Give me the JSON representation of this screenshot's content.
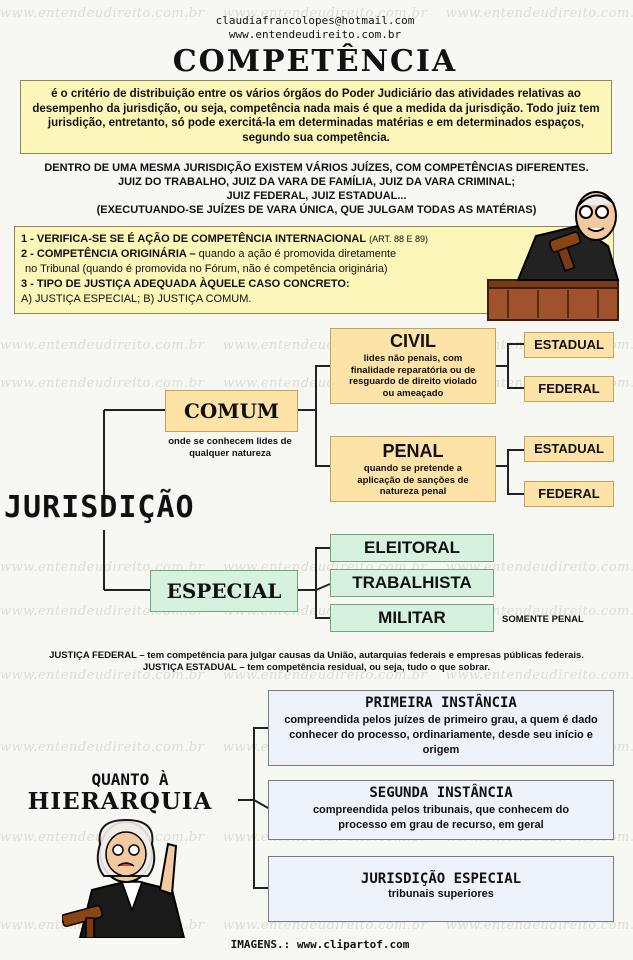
{
  "watermark": "www.entendeudireito.com.br",
  "header": {
    "email": "claudiafrancolopes@hotmail.com",
    "site": "www.entendeudireito.com.br"
  },
  "title": "COMPETÊNCIA",
  "definition": "é o critério de distribuição entre os vários órgãos do Poder Judiciário das atividades relativas ao desempenho da jurisdição, ou seja, competência nada mais é que a medida da jurisdição. Todo juiz  tem jurisdição, entretanto, só pode exercitá-la em  determinadas matérias e em determinados espaços, segundo sua competência.",
  "intro": {
    "line1": "DENTRO DE UMA MESMA JURISDIÇÃO EXISTEM VÁRIOS JUÍZES, COM COMPETÊNCIAS DIFERENTES.",
    "line2": "JUIZ DO TRABALHO, JUIZ DA VARA DE FAMÍLIA, JUIZ DA VARA CRIMINAL;",
    "line3": "JUIZ FEDERAL, JUIZ ESTADUAL...",
    "line4": "(EXECUTUANDO-SE JUÍZES DE VARA ÚNICA, QUE JULGAM TODAS AS MATÉRIAS)"
  },
  "steps": {
    "s1_bold": "1 - VERIFICA-SE SE É AÇÃO DE COMPETÊNCIA INTERNACIONAL",
    "s1_note": "(ART. 88 E 89)",
    "s2_bold": "2 - COMPETÊNCIA ORIGINÁRIA –",
    "s2_text": "quando a ação é promovida diretamente",
    "s2_text2": "no Tribunal (quando é promovida no Fórum, não é competência originária)",
    "s3_bold": "3 - TIPO DE JUSTIÇA ADEQUADA ÀQUELE CASO CONCRETO:",
    "s3_text": "A) JUSTIÇA ESPECIAL; B) JUSTIÇA COMUM."
  },
  "diagram": {
    "root": "JURISDIÇÃO",
    "comum": {
      "label": "COMUM",
      "note": "onde se conhecem lides de qualquer natureza"
    },
    "civil": {
      "title": "CIVIL",
      "desc": "lides não penais, com finalidade reparatória ou de resguardo de direito violado ou ameaçado",
      "leaf1": "ESTADUAL",
      "leaf2": "FEDERAL"
    },
    "penal": {
      "title": "PENAL",
      "desc": "quando se pretende a aplicação de sanções de natureza penal",
      "leaf1": "ESTADUAL",
      "leaf2": "FEDERAL"
    },
    "especial": {
      "label": "ESPECIAL",
      "items": [
        "ELEITORAL",
        "TRABALHISTA",
        "MILITAR"
      ],
      "militar_note": "SOMENTE PENAL"
    }
  },
  "justica": {
    "federal": "JUSTIÇA FEDERAL – tem competência para julgar causas da União, autarquias federais e empresas públicas federais.",
    "estadual": "JUSTIÇA ESTADUAL – tem competência residual, ou seja, tudo o que sobrar."
  },
  "hierarquia": {
    "quanto": "QUANTO À",
    "title": "HIERARQUIA",
    "items": [
      {
        "title": "PRIMEIRA INSTÂNCIA",
        "desc": "compreendida pelos juízes de primeiro grau, a quem é dado conhecer do processo, ordinariamente, desde seu início e origem"
      },
      {
        "title": "SEGUNDA INSTÂNCIA",
        "desc": "compreendida pelos tribunais, que conhecem do processo em grau de recurso, em geral"
      },
      {
        "title": "JURISDIÇÃO ESPECIAL",
        "desc": "tribunais superiores"
      }
    ]
  },
  "footer": "IMAGENS.:  www.clipartof.com",
  "colors": {
    "yellow": "#fcf6b8",
    "orange": "#fde3a7",
    "green": "#d6f1df",
    "blue": "#eef2fb"
  }
}
